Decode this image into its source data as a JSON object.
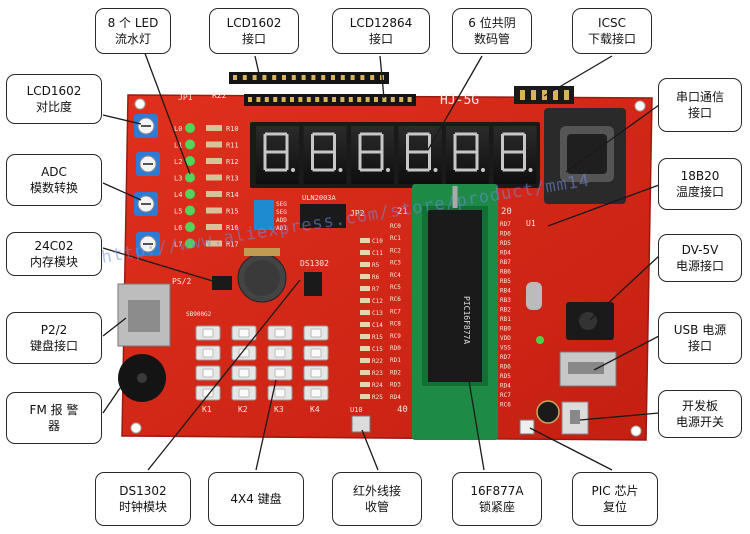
{
  "image": {
    "description": "Red PIC microcontroller development board with labeled callouts",
    "board": {
      "color": "#d42818",
      "name": "HJ-5G",
      "silk": {
        "jp1": "JP1",
        "r22": "R22",
        "jp2": "JP2",
        "u10": "U10",
        "u1": "U1",
        "ps2": "PS/2",
        "ds1302": "DS1302",
        "ic": "ULN2003A",
        "sb": "SB900G2",
        "pin_left": "21",
        "pin_right": "20",
        "pin_bottom": "40",
        "k1": "K1",
        "k2": "K2",
        "k3": "K3",
        "k4": "K4"
      },
      "led_labels": [
        "L0",
        "L1",
        "L2",
        "L3",
        "L4",
        "L5",
        "L6",
        "L7"
      ],
      "res_labels": [
        "R10",
        "R11",
        "R12",
        "R13",
        "R14",
        "R15",
        "R16",
        "R17"
      ],
      "seg_labels": [
        "SEG",
        "SEG",
        "ADD",
        "AD1"
      ],
      "rc_labels": [
        "RC0",
        "RC1",
        "RC2",
        "RC3",
        "RC4",
        "RC5",
        "RC6",
        "RC7",
        "RC8",
        "RC9",
        "RD0",
        "RD1",
        "RD2",
        "RD3",
        "RD4"
      ],
      "r_col_labels": [
        "C10",
        "C11",
        "R5",
        "R6",
        "R7",
        "C12",
        "C13",
        "C14",
        "R15",
        "C15",
        "R22",
        "R23",
        "R24",
        "R25"
      ],
      "right_labels": [
        "RD7",
        "RD6",
        "RD5",
        "RD4",
        "RB7",
        "RB6",
        "RB5",
        "RB4",
        "RB3",
        "RB2",
        "RB1",
        "RB0",
        "VDD",
        "VSS",
        "RD7",
        "RD6",
        "RD5",
        "RD4",
        "RC7",
        "RC6"
      ],
      "chip_label": "PIC16F877A",
      "watermark": "http://www.aliexpress.com/store/product/mm14"
    },
    "callouts": [
      {
        "id": "led",
        "text": "8 个 LED\n流水灯"
      },
      {
        "id": "lcd1602",
        "text": "LCD1602\n接口"
      },
      {
        "id": "lcd12864",
        "text": "LCD12864\n接口"
      },
      {
        "id": "seg",
        "text": "6 位共阴\n数码管"
      },
      {
        "id": "icsc",
        "text": "ICSC\n下载接口"
      },
      {
        "id": "contrast",
        "text": "LCD1602\n对比度"
      },
      {
        "id": "serial",
        "text": "串口通信\n接口"
      },
      {
        "id": "adc",
        "text": "ADC\n模数转换"
      },
      {
        "id": "temp",
        "text": "18B20\n温度接口"
      },
      {
        "id": "eeprom",
        "text": "24C02\n内存模块"
      },
      {
        "id": "power",
        "text": "DV-5V\n电源接口"
      },
      {
        "id": "ps2",
        "text": "P2/2\n键盘接口"
      },
      {
        "id": "usb",
        "text": "USB 电源\n接口"
      },
      {
        "id": "buzzer",
        "text": "FM 报 警\n器"
      },
      {
        "id": "switch",
        "text": "开发板\n电源开关"
      },
      {
        "id": "ds1302",
        "text": "DS1302\n时钟模块"
      },
      {
        "id": "keypad",
        "text": "4X4 键盘"
      },
      {
        "id": "ir",
        "text": "红外线接\n收管"
      },
      {
        "id": "zif",
        "text": "16F877A\n锁紧座"
      },
      {
        "id": "reset",
        "text": "PIC 芯片\n复位"
      }
    ]
  }
}
